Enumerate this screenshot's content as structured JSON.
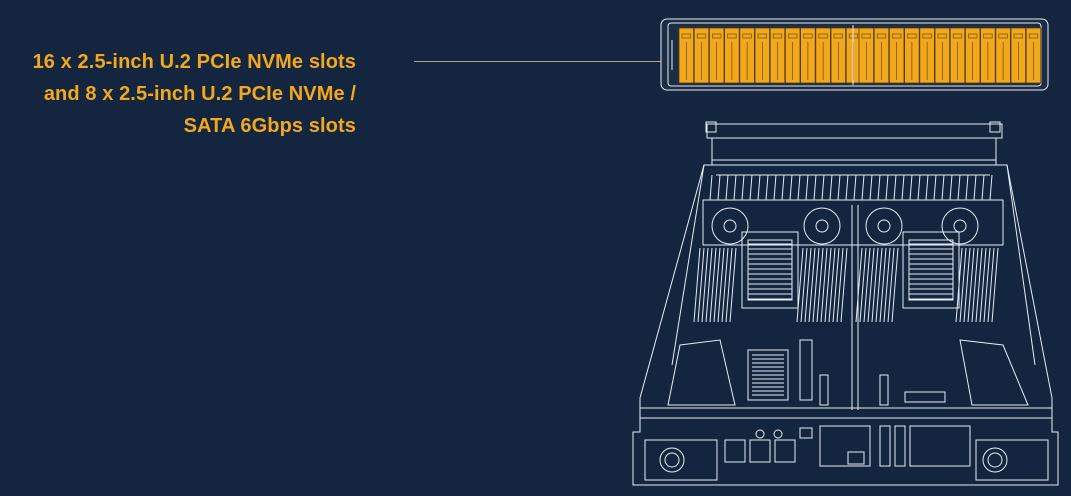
{
  "callout": {
    "lines": [
      "16 x 2.5-inch U.2 PCIe NVMe slots",
      "and 8 x 2.5-inch U.2 PCIe NVMe /",
      "SATA 6Gbps slots"
    ]
  },
  "colors": {
    "background": "#14263f",
    "accent": "#f2a81d",
    "line_art": "#e6ecf3"
  }
}
